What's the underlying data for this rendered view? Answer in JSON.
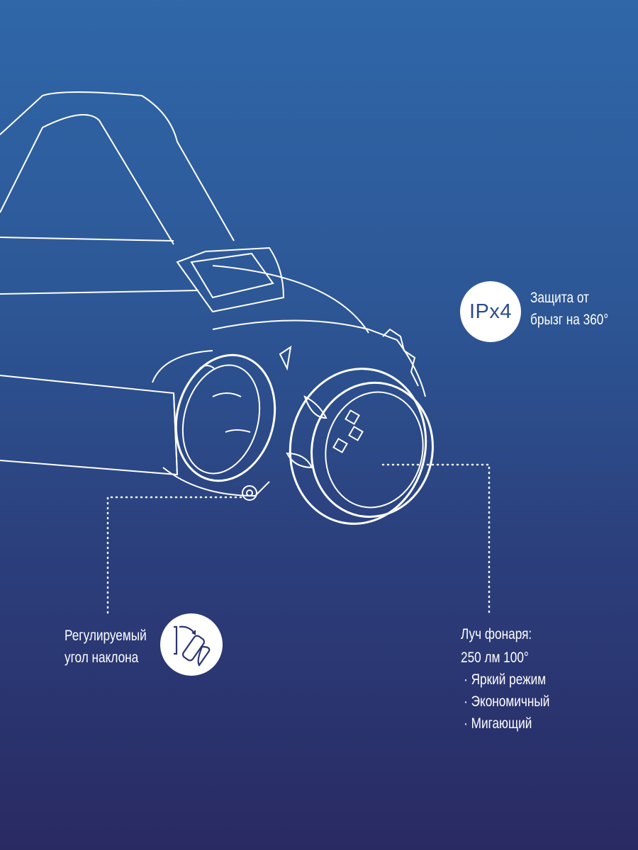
{
  "ipx4": {
    "badge_label": "IPx4",
    "line1": "Защита от",
    "line2": "брызг на 360°"
  },
  "tilt": {
    "line1": "Регулируемый",
    "line2": "угол наклона",
    "icon": "tilt-angle-icon"
  },
  "beam": {
    "line1": "Луч фонаря:",
    "line2": "250 лм 100°",
    "modes": [
      "· Яркий режим",
      "· Экономичный",
      "· Мигающий"
    ]
  },
  "colors": {
    "bg_top": "#2f67a9",
    "bg_bottom": "#2a2a63",
    "badge_text": "#2b4c8c"
  }
}
